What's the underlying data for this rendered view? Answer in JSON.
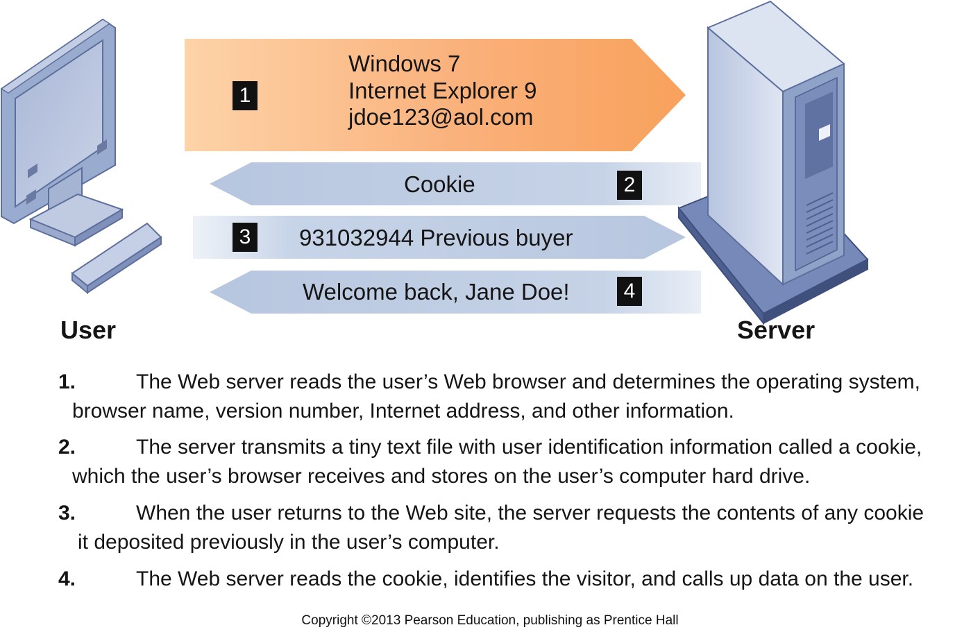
{
  "flow": {
    "step1": {
      "badge": "1",
      "lines": [
        "Windows 7",
        "Internet Explorer 9",
        "jdoe123@aol.com"
      ]
    },
    "step2": {
      "badge": "2",
      "text": "Cookie"
    },
    "step3": {
      "badge": "3",
      "text": "931032944 Previous buyer"
    },
    "step4": {
      "badge": "4",
      "text": "Welcome back, Jane Doe!"
    }
  },
  "labels": {
    "user": "User",
    "server": "Server"
  },
  "steps": [
    {
      "number": "1.",
      "line1": "The Web server reads the user’s Web browser and determines the operating system,",
      "line2": "browser name, version number, Internet address, and other information."
    },
    {
      "number": "2.",
      "line1": "The server transmits a tiny text file with user identification information called a cookie,",
      "line2": "which the user’s browser receives and stores on the user’s computer hard drive."
    },
    {
      "number": "3.",
      "line1": "When the user returns to the Web site, the server requests the contents of any cookie",
      "line2": "it deposited previously in the user’s computer."
    },
    {
      "number": "4.",
      "line1": "The Web server reads the cookie, identifies the visitor, and calls up data on the user.",
      "line2": ""
    }
  ],
  "copyright": "Copyright ©2013 Pearson Education, publishing as Prentice Hall",
  "colors": {
    "orange_arrow": "#f7a765",
    "blue_arrow": "#b9c9e2",
    "device_blue": "#8fa2c8",
    "device_dark": "#4d5f8e"
  }
}
